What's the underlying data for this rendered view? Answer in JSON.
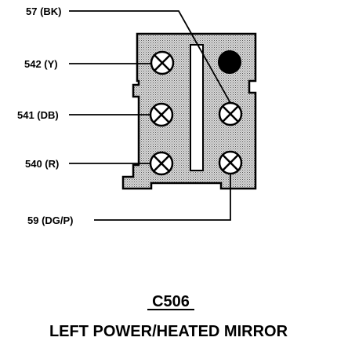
{
  "connector": {
    "id": "C506",
    "description": "LEFT POWER/HEATED MIRROR"
  },
  "wires": [
    {
      "label": "57 (BK)"
    },
    {
      "label": "542 (Y)"
    },
    {
      "label": "541 (DB)"
    },
    {
      "label": "540 (R)"
    },
    {
      "label": "59 (DG/P)"
    }
  ],
  "colors": {
    "body_fill": "#c8c8c8",
    "line": "#000000",
    "plugged_pin": "#000000"
  }
}
